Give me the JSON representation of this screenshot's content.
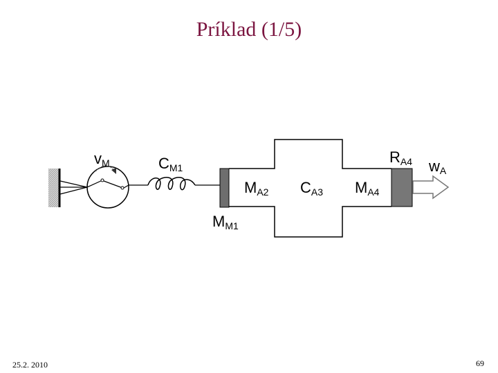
{
  "title": "Príklad (1/5)",
  "footer": {
    "date": "25.2. 2010",
    "page_number": "69"
  },
  "diagram": {
    "labels": {
      "vm": {
        "main": "v",
        "sub": "M"
      },
      "cm1": {
        "main": "C",
        "sub": "M1"
      },
      "mm1": {
        "main": "M",
        "sub": "M1"
      },
      "ma2": {
        "main": "M",
        "sub": "A2"
      },
      "ca3": {
        "main": "C",
        "sub": "A3"
      },
      "ma4": {
        "main": "M",
        "sub": "A4"
      },
      "ra4": {
        "main": "R",
        "sub": "A4"
      },
      "wa": {
        "main": "w",
        "sub": "A"
      }
    }
  }
}
